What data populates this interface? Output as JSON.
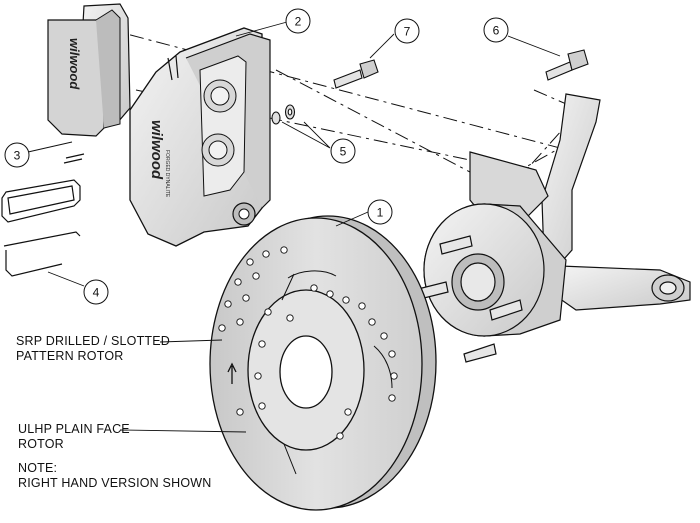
{
  "callouts": {
    "c1": "1",
    "c2": "2",
    "c3": "3",
    "c4": "4",
    "c5": "5",
    "c6": "6",
    "c7": "7"
  },
  "labels": {
    "srp_line1": "SRP DRILLED / SLOTTED",
    "srp_line2": "PATTERN ROTOR",
    "ulhp_line1": "ULHP PLAIN FACE",
    "ulhp_line2": "ROTOR",
    "note_line1": "NOTE:",
    "note_line2": "RIGHT HAND VERSION SHOWN"
  },
  "logos": {
    "pad_logo": "wilwood",
    "caliper_logo": "wilwood",
    "caliper_sub": "FORGED DYNALITE"
  },
  "colors": {
    "line": "#111111",
    "part_fill": "#e6e6e6",
    "part_shade": "#bdbdbd",
    "rotor_face": "#d9d9d9",
    "hole": "#ffffff"
  }
}
